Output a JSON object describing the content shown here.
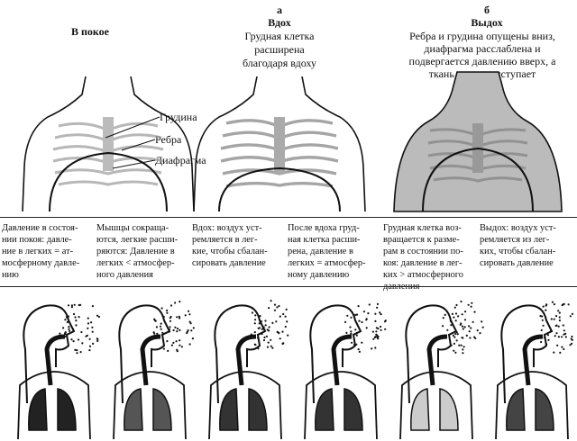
{
  "header": {
    "rest_title": "В покое",
    "inhale_letter": "а",
    "inhale_title": "Вдох",
    "inhale_desc": [
      "Грудная клетка",
      "расширена",
      "благодаря вдоху"
    ],
    "exhale_letter": "б",
    "exhale_title": "Выдох",
    "exhale_desc": [
      "Ребра и грудина опущены вниз,",
      "диафрагма расслаблена и",
      "подвергается давлению вверх, а",
      "ткань легких отступает"
    ]
  },
  "labels": {
    "sternum": "Грудина",
    "ribs": "Ребра",
    "diaphragm": "Диафрагма"
  },
  "captions": [
    [
      "Давление в состоя-",
      "нии покоя: давле-",
      "ние в легких = ат-",
      "мосферному давле-",
      "нию"
    ],
    [
      "Мышцы сокраща-",
      "ются, легкие расши-",
      "ряются: Давление в",
      "легких < атмосфер-",
      "ного давления"
    ],
    [
      "Вдох: воздух уст-",
      "ремляется в лег-",
      "кие, чтобы сбалан-",
      "сировать давление"
    ],
    [
      "После вдоха груд-",
      "ная клетка расши-",
      "рена, давление в",
      "легких = атмосфер-",
      "ному давлению"
    ],
    [
      "Грудная клетка воз-",
      "вращается к разме-",
      "рам в состоянии по-",
      "коя: давление в лег-",
      "ких > атмосферного",
      "давления"
    ],
    [
      "Выдох: воздух уст-",
      "ремляется из лег-",
      "ких, чтобы сбалан-",
      "сировать давление"
    ]
  ]
}
